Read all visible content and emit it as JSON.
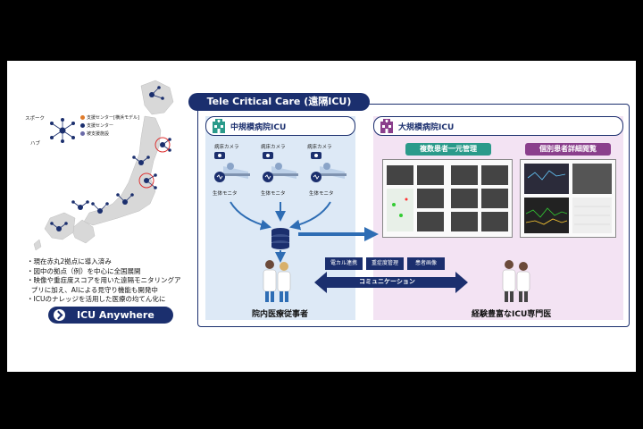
{
  "legend": {
    "spoke": "スポーク",
    "hub": "ハブ",
    "items": [
      {
        "label": "支援センター[横浜モデル]",
        "color": "#e07b2a"
      },
      {
        "label": "支援センター",
        "color": "#1b2f6e"
      },
      {
        "label": "被支援施設",
        "color": "#6a6aa8"
      }
    ]
  },
  "bullets": [
    "現在赤丸2拠点に導入済み",
    "図中の拠点（例）を中心に全国展開",
    "映像や重症度スコアを用いた遠隔モニタリングア",
    "プリに加え、AIによる見守り機能も開発中",
    "ICUのナレッジを活用した医療の均てん化に"
  ],
  "anywhere_button": "ICU Anywhere",
  "title": "Tele Critical Care (遠隔ICU)",
  "mid_hospital": {
    "header": "中規模病院ICU",
    "camera_label": "病床カメラ",
    "monitor_label": "生体モニタ",
    "staff_label": "院内医療従事者"
  },
  "large_hospital": {
    "header": "大規模病院ICU",
    "tag_unified": "複数患者一元管理",
    "tag_detail": "個別患者詳細閲覧",
    "specialist_label": "経験豊富なICU専門医"
  },
  "comm": {
    "chips": [
      "電カル連携",
      "重症度管理",
      "患者画像"
    ],
    "bar_label": "コミュニケーション"
  },
  "colors": {
    "navy": "#1b2f6e",
    "teal": "#2a9a8a",
    "purple": "#8a3f8c",
    "light_blue": "#dde9f6",
    "light_pink": "#f3e3f3"
  }
}
